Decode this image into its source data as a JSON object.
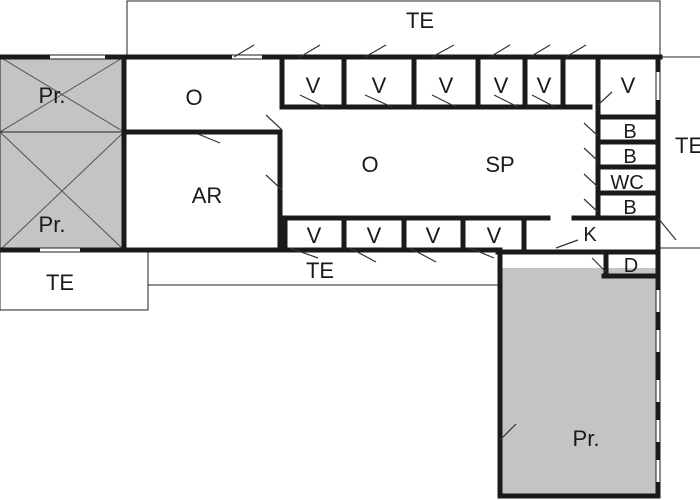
{
  "rooms": {
    "te_top": "TE",
    "te_right": "TE",
    "te_corridor": "TE",
    "te_left": "TE",
    "pr_top_left": "Pr.",
    "pr_mid_left": "Pr.",
    "pr_bottom_right": "Pr.",
    "o_left": "O",
    "o_center": "O",
    "sp": "SP",
    "ar": "AR",
    "v_top": [
      "V",
      "V",
      "V",
      "V",
      "V"
    ],
    "v_top_right": "V",
    "v_bottom": [
      "V",
      "V",
      "V",
      "V"
    ],
    "b_upper": "B",
    "b_middle": "B",
    "wc": "WC",
    "b_lower": "B",
    "k": "K",
    "d": "D"
  }
}
